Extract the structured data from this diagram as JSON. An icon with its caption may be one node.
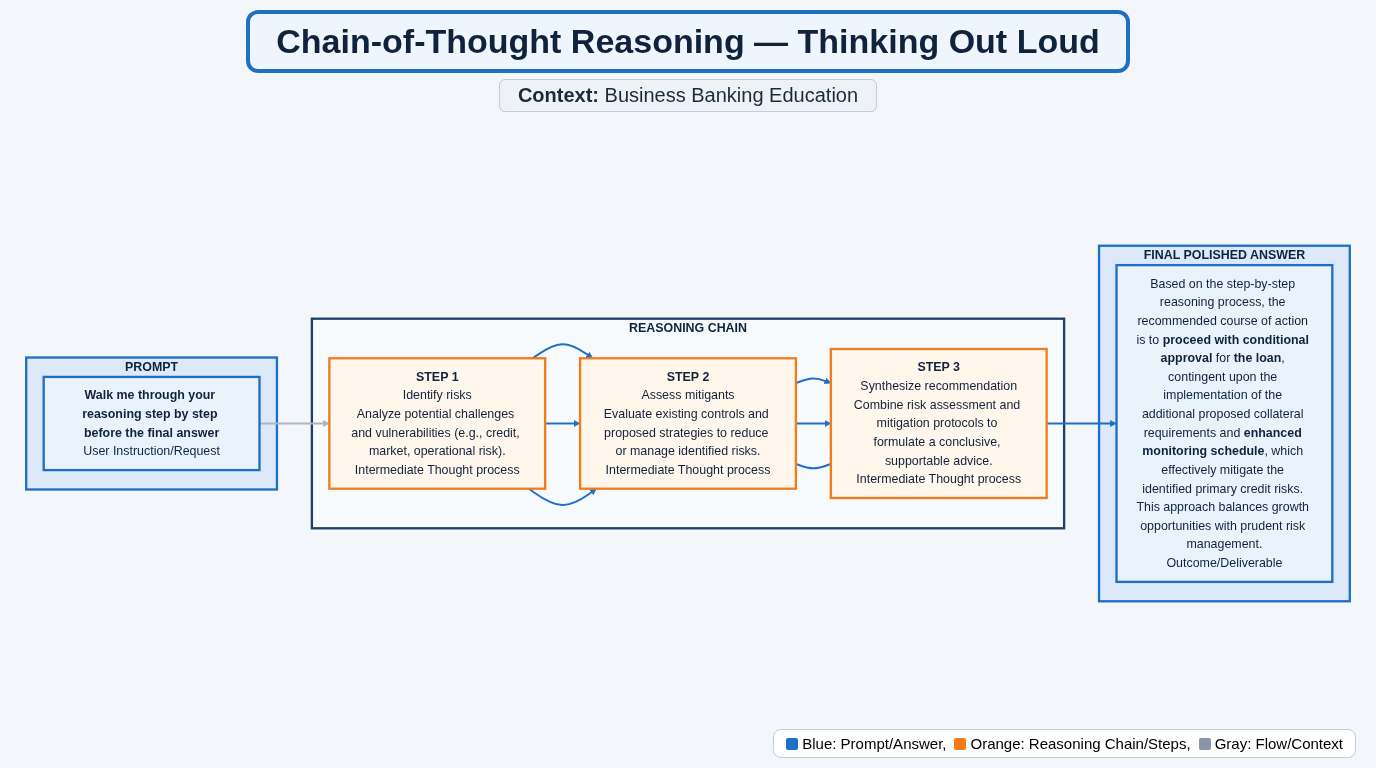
{
  "diagram": {
    "title": "Chain-of-Thought Reasoning — Thinking Out Loud",
    "nodes": [
      {
        "text": [
          "PROMPT"
        ]
      },
      {
        "text": [
          "Walk me through your reasoning step by step before the final answer",
          "User Instruction/Request"
        ],
        "in": 0
      },
      {
        "text": [
          "REASONING CHAIN"
        ]
      },
      {
        "text": [
          "STEP 1",
          "Identify risks",
          "Analyze potential challenges and vulnerabilities (e.g., credit, market, operational risk).",
          "Intermediate Thought process"
        ],
        "in": 2
      },
      {
        "text": [
          "STEP 2",
          "Assess mitigants",
          "Evaluate existing controls and proposed strategies to reduce or manage identified risks.",
          "Intermediate Thought process"
        ],
        "in": 2
      },
      {
        "text": [
          "STEP 3",
          "Synthesize recommendation",
          "Combine risk assessment and mitigation protocols to formulate a conclusive, supportable advice.",
          "Intermediate Thought process"
        ],
        "in": 2
      },
      {
        "text": [
          "FINAL POLISHED ANSWER"
        ]
      },
      {
        "text": [
          "Based on the step-by-step reasoning process, the recommended course of action is to **proceed with conditional approval** for **the loan**, contingent upon the implementation of the additional proposed collateral requirements and **enhanced monitoring schedule**, which effectively mitigate the identified primary credit risks. This approach balances growth opportunities with prudent risk management.",
          "Outcome/Deliverable"
        ],
        "in": 6
      }
    ],
    "edges": [
      {
        "from": 1,
        "to": 3,
        "arrow": "to",
        "color": "#a9b6c6"
      },
      {
        "from": 3,
        "to": 4,
        "arrow": "to"
      },
      {
        "from": 4,
        "to": 5,
        "arrow": "to"
      },
      {
        "from": 5,
        "to": 7,
        "arrow": "to"
      },
      {
        "from": 3,
        "to": 4,
        "arrow": "to"
      },
      {
        "from": 4,
        "to": 5,
        "arrow": "to"
      },
      {
        "from": 3,
        "to": 4,
        "arrow": "to"
      },
      {
        "from": 4,
        "to": 5,
        "arrow": "none"
      }
    ],
    "labels": [
      "**Context:** Business Banking Education"
    ],
    "legend": [
      {
        "text": "Blue: Prompt/Answer,",
        "color": "#1f6fc5"
      },
      {
        "text": "Orange: Reasoning Chain/Steps,",
        "color": "#f07c1e"
      },
      {
        "text": "Gray: Flow/Context",
        "color": "#8a96a6"
      }
    ]
  }
}
